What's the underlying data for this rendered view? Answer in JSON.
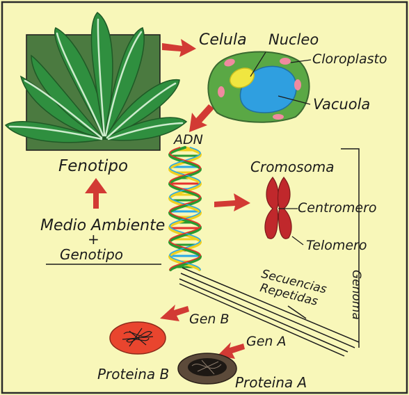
{
  "labels": {
    "celula": "Celula",
    "nucleo": "Nucleo",
    "cloroplasto": "Cloroplasto",
    "vacuola": "Vacuola",
    "adn": "ADN",
    "fenotipo": "Fenotipo",
    "cromosoma": "Cromosoma",
    "centromero": "Centromero",
    "telomero": "Telomero",
    "medio_ambiente": "Medio Ambiente",
    "plus": "+",
    "genotipo": "Genotipo",
    "secuencias": "Secuencias",
    "repetidas": "Repetidas",
    "genoma": "Genoma",
    "gen_b": "Gen B",
    "gen_a": "Gen A",
    "proteina_b": "Proteina B",
    "proteina_a": "Proteina A"
  },
  "colors": {
    "paper": "#f8f7b9",
    "border": "#2a2a2a",
    "arrow": "#d23a34",
    "leaf": "#2f8f3f",
    "leaf_highlight": "#cdeccd",
    "plant_frame": "#4b7a40",
    "cell_body": "#5aa845",
    "vacuole": "#2f9fe0",
    "nucleus": "#f0e640",
    "chloroplast": "#f08aa0",
    "chromosome": "#c0282c",
    "protein_b": "#e9452e",
    "protein_a": "#5c4a3a",
    "dna_strands": [
      "#f0d020",
      "#2a9a30",
      "#e6322e",
      "#2aa8e8"
    ]
  }
}
